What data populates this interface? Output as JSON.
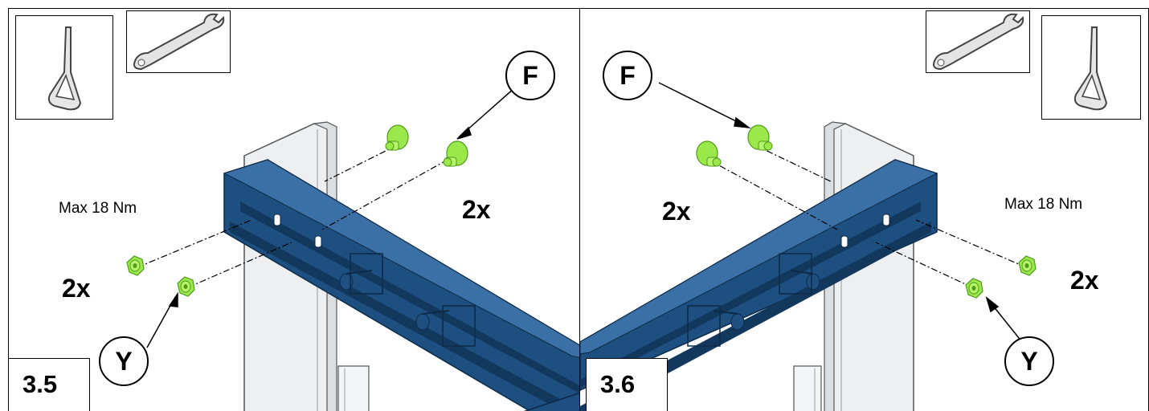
{
  "steps": [
    {
      "number": "3.5",
      "torque": "Max 18 Nm",
      "qty_bolts": "2x",
      "qty_nuts": "2x",
      "bolt_label": "F",
      "nut_label": "Y"
    },
    {
      "number": "3.6",
      "torque": "Max 18 Nm",
      "qty_bolts": "2x",
      "qty_nuts": "2x",
      "bolt_label": "F",
      "nut_label": "Y"
    }
  ],
  "tools": [
    "wrench-icon",
    "hex-key-icon"
  ],
  "colors": {
    "beam": "#1d4f80",
    "beam_dark": "#12385e",
    "beam_light": "#3b70a6",
    "fastener": "#9be84a",
    "fastener_dark": "#4f9a1d",
    "post": "#eeeff0"
  }
}
